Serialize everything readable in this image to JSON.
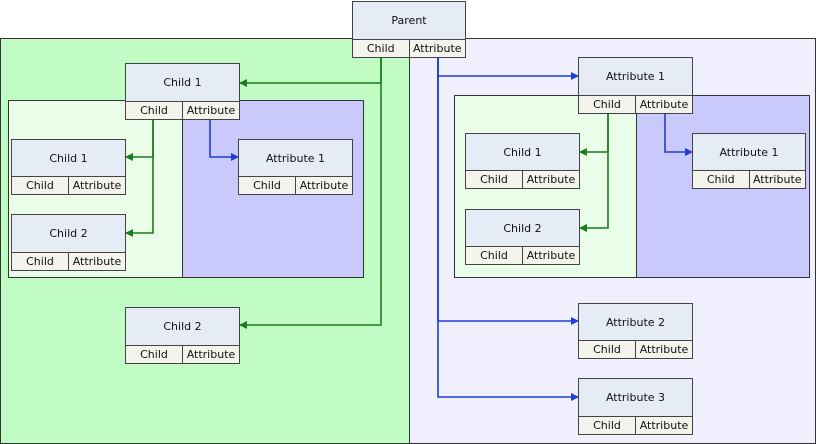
{
  "colors": {
    "child_region_light": "#c0fcc4",
    "attr_region_light": "#efeffd",
    "child_region_inner": "#e9fde9",
    "attr_region_inner": "#c9c9fb",
    "node_fill": "#e6ecf6",
    "slot_fill": "#f4f4ec",
    "child_link": "#1a7f1a",
    "attr_link": "#1f3fd8"
  },
  "nodes": {
    "parent": {
      "title": "Parent",
      "child": "Child",
      "attribute": "Attribute"
    },
    "l_child1": {
      "title": "Child 1",
      "child": "Child",
      "attribute": "Attribute"
    },
    "l_child1_child1": {
      "title": "Child 1",
      "child": "Child",
      "attribute": "Attribute"
    },
    "l_child1_child2": {
      "title": "Child 2",
      "child": "Child",
      "attribute": "Attribute"
    },
    "l_child1_attr1": {
      "title": "Attribute 1",
      "child": "Child",
      "attribute": "Attribute"
    },
    "l_child2": {
      "title": "Child 2",
      "child": "Child",
      "attribute": "Attribute"
    },
    "r_attr1": {
      "title": "Attribute 1",
      "child": "Child",
      "attribute": "Attribute"
    },
    "r_attr1_child1": {
      "title": "Child 1",
      "child": "Child",
      "attribute": "Attribute"
    },
    "r_attr1_child2": {
      "title": "Child 2",
      "child": "Child",
      "attribute": "Attribute"
    },
    "r_attr1_attr1": {
      "title": "Attribute 1",
      "child": "Child",
      "attribute": "Attribute"
    },
    "r_attr2": {
      "title": "Attribute 2",
      "child": "Child",
      "attribute": "Attribute"
    },
    "r_attr3": {
      "title": "Attribute 3",
      "child": "Child",
      "attribute": "Attribute"
    }
  }
}
